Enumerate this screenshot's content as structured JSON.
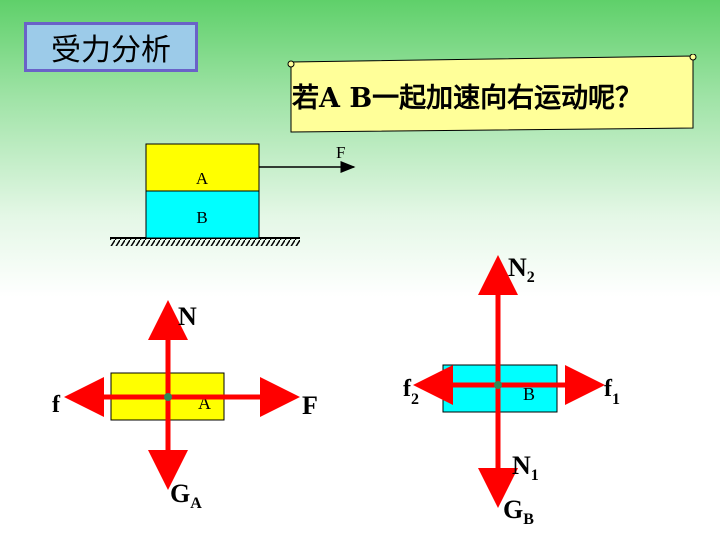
{
  "title": "受力分析",
  "question": "若A B一起加速向右运动呢？",
  "top_diagram": {
    "block_a": "A",
    "block_b": "B",
    "force": "F",
    "color_a": "#ffff00",
    "color_b": "#00ffff"
  },
  "fbd_a": {
    "block": "A",
    "up": "N",
    "left": "f",
    "right": "F",
    "down_main": "G",
    "down_sub": "A"
  },
  "fbd_b": {
    "block": "B",
    "up_main": "N",
    "up_sub": "2",
    "left_main": "f",
    "left_sub": "2",
    "right_main": "f",
    "right_sub": "1",
    "down1_main": "N",
    "down1_sub": "1",
    "down2_main": "G",
    "down2_sub": "B"
  },
  "colors": {
    "arrow": "#ff0000",
    "title_bg": "#9ccbe9",
    "title_border": "#6a62c8",
    "scroll": "#ffff99"
  }
}
